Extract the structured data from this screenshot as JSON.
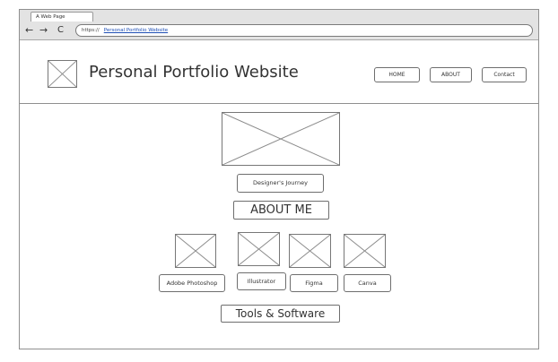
{
  "browser": {
    "tab_title": "A Web Page",
    "back": "←",
    "forward": "→",
    "reload": "C",
    "url_prefix": "https://",
    "url_link": "Personal Portfolio Website"
  },
  "header": {
    "site_title": "Personal Portfolio Website",
    "nav": [
      "HOME",
      "ABOUT",
      "Contact"
    ]
  },
  "about": {
    "caption": "Designer's Journey",
    "heading": "ABOUT ME"
  },
  "tools": {
    "items": [
      "Adobe Photoshop",
      "Illustrator",
      "Figma",
      "Canva"
    ],
    "heading": "Tools & Software"
  }
}
